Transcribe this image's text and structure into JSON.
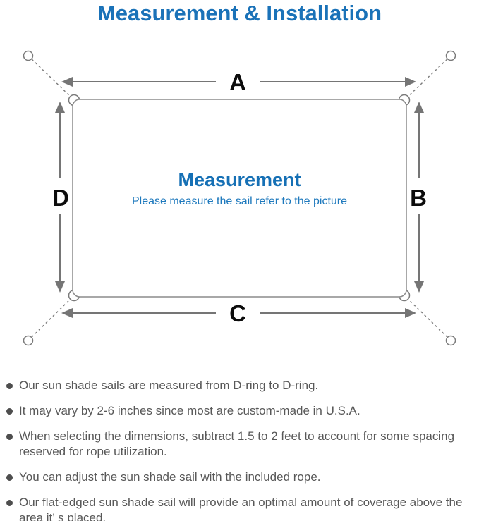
{
  "title": "Measurement & Installation",
  "diagram": {
    "labels": {
      "top": "A",
      "right": "B",
      "bottom": "C",
      "left": "D"
    },
    "center": {
      "heading": "Measurement",
      "subheading": "Please measure the sail refer to the picture"
    }
  },
  "bullets": [
    "Our sun shade sails are measured from D-ring to D-ring.",
    "It may vary by 2-6 inches since most are custom-made in U.S.A.",
    "When selecting the dimensions, subtract 1.5 to 2 feet to account for some spacing reserved for rope utilization.",
    "You can adjust the sun shade sail with the included rope.",
    "Our flat-edged sun shade sail will provide an optimal amount of coverage above the area it’ s placed."
  ],
  "colors": {
    "accent_blue": "#1a72b8",
    "line_gray": "#7a7a7a",
    "text_gray": "#585858",
    "label_black": "#0c0c0c"
  }
}
